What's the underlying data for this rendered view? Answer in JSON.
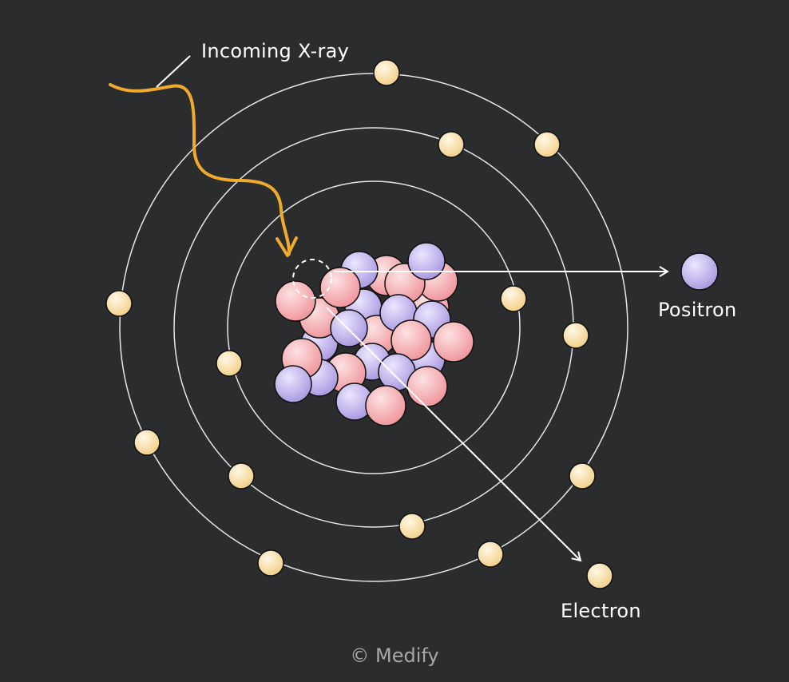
{
  "labels": {
    "incoming": "Incoming X-ray",
    "positron": "Positron",
    "electron": "Electron"
  },
  "footer": {
    "copyright": "© Medify"
  },
  "colors": {
    "background": "#2b2c2e",
    "orbit": "#e6e6e6",
    "xray_path": "#f0ab2e",
    "electron": "#f7d9a0",
    "proton": "#f4a7ab",
    "neutron": "#bdb0e8",
    "particle_outline": "#111111",
    "arrow": "#ffffff"
  },
  "icons": {
    "xray": "wavy-arrow-icon",
    "positron": "positron-particle-icon",
    "electron": "electron-particle-icon"
  }
}
